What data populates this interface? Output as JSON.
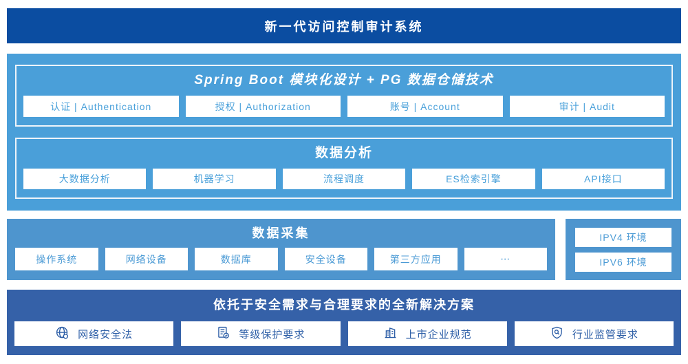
{
  "banner": {
    "title": "新一代访问控制审计系统"
  },
  "platform": {
    "modules": {
      "title": "Spring Boot 模块化设计 + PG 数据仓储技术",
      "items": [
        "认证 | Authentication",
        "授权 | Authorization",
        "账号 | Account",
        "审计 | Audit"
      ]
    },
    "analysis": {
      "title": "数据分析",
      "items": [
        "大数据分析",
        "机器学习",
        "流程调度",
        "ES检索引擎",
        "API接口"
      ]
    }
  },
  "collection": {
    "title": "数据采集",
    "items": [
      "操作系统",
      "网络设备",
      "数据库",
      "安全设备",
      "第三方应用",
      "⋯"
    ],
    "environments": [
      "IPV4 环境",
      "IPV6 环境"
    ]
  },
  "solution": {
    "title": "依托于安全需求与合理要求的全新解决方案",
    "items": [
      {
        "icon": "globe-icon",
        "label": "网络安全法"
      },
      {
        "icon": "document-check-icon",
        "label": "等级保护要求"
      },
      {
        "icon": "building-icon",
        "label": "上市企业规范"
      },
      {
        "icon": "shield-search-icon",
        "label": "行业监管要求"
      }
    ]
  },
  "colors": {
    "banner_bg": "#0b4da1",
    "platform_bg": "#4a9fd9",
    "collection_bg": "#4e95ce",
    "solution_bg": "#3561a8",
    "box_text_light": "#49a0da",
    "box_text_dark": "#2e5fa7"
  }
}
